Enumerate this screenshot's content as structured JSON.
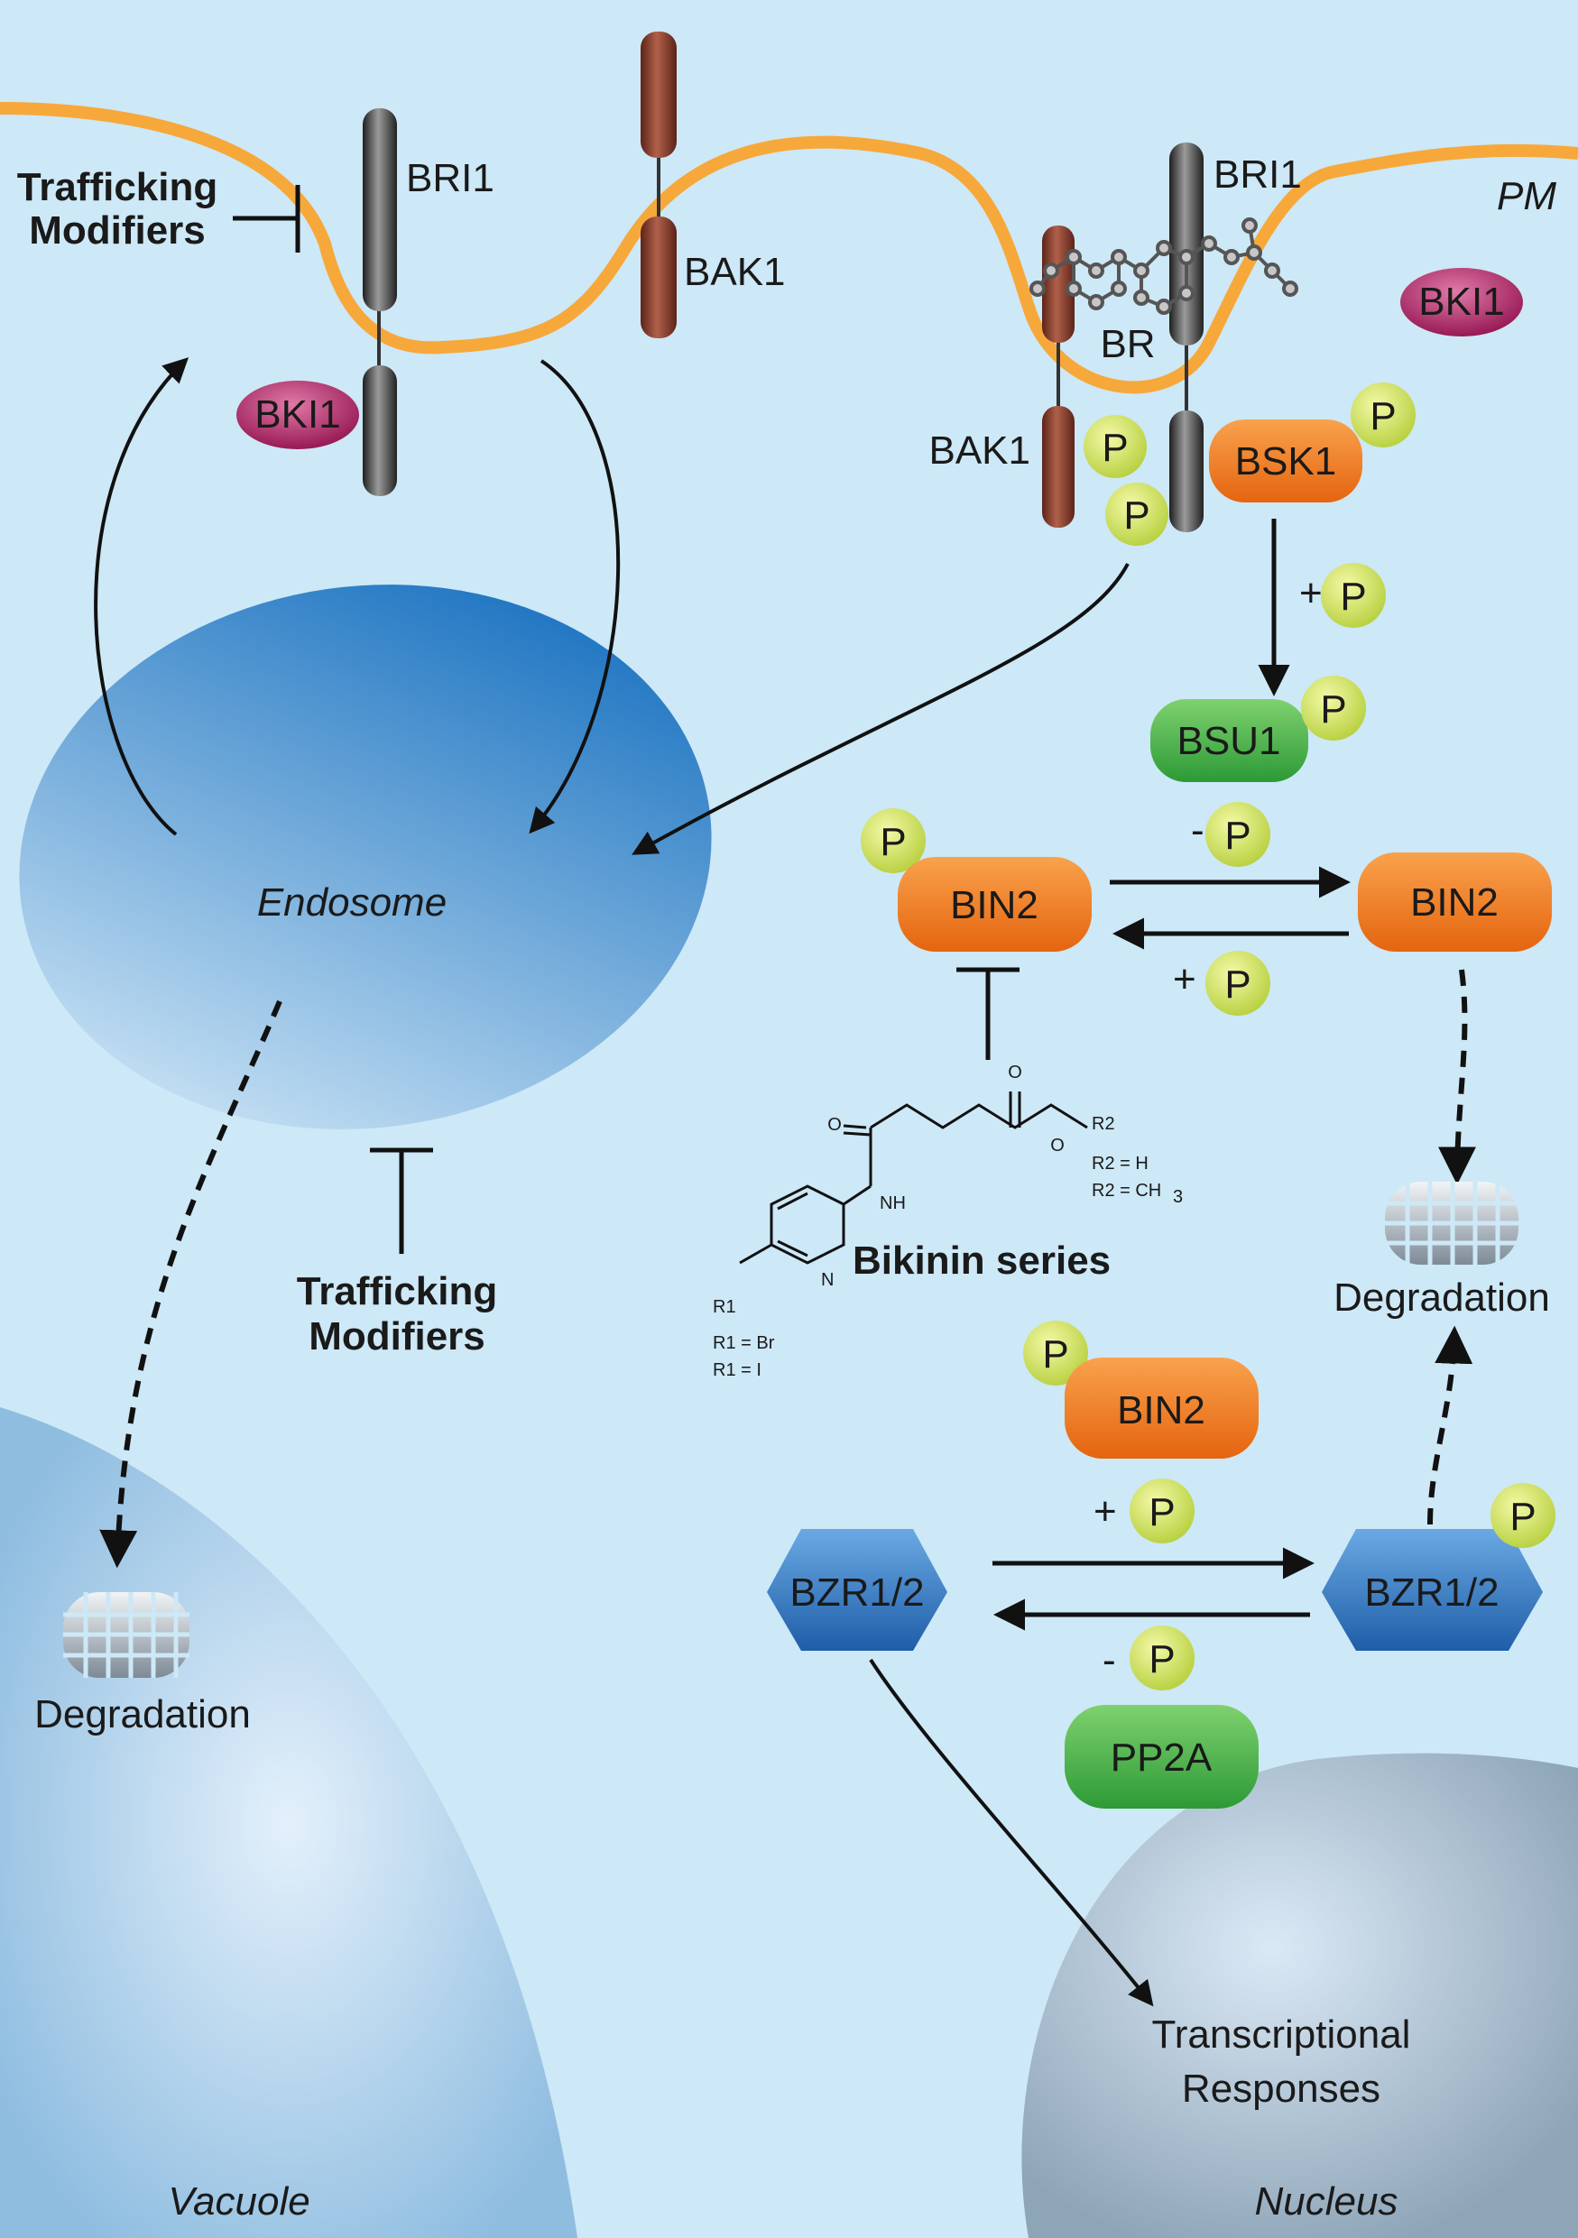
{
  "compartments": {
    "pm": "PM",
    "endosome": "Endosome",
    "vacuole": "Vacuole",
    "nucleus": "Nucleus"
  },
  "receptors": {
    "bri1_left": "BRI1",
    "bak1_left": "BAK1",
    "bri1_right": "BRI1",
    "bak1_right": "BAK1",
    "br": "BR"
  },
  "proteins": {
    "bki1_left": "BKI1",
    "bki1_right": "BKI1",
    "bsk1": "BSK1",
    "bsu1": "BSU1",
    "bin2_left": "BIN2",
    "bin2_right": "BIN2",
    "bin2_lower": "BIN2",
    "bzr_left": "BZR1/2",
    "bzr_right": "BZR1/2",
    "pp2a": "PP2A"
  },
  "phospho": {
    "p": "P",
    "plus": "+",
    "minus": "-"
  },
  "labels": {
    "trafficking_top_1": "Trafficking",
    "trafficking_top_2": "Modifiers",
    "trafficking_mid_1": "Trafficking",
    "trafficking_mid_2": "Modifiers",
    "degradation_vacuole": "Degradation",
    "degradation_right": "Degradation",
    "transcriptional_1": "Transcriptional",
    "transcriptional_2": "Responses"
  },
  "bikinin": {
    "title": "Bikinin series",
    "atom_o1": "O",
    "atom_o2": "O",
    "atom_o3": "O",
    "atom_nh": "NH",
    "atom_n": "N",
    "r1": "R1",
    "r2": "R2",
    "r2_h": "R2 = H",
    "r2_ch3": "R2 = CH",
    "r2_ch3_sub": "3",
    "r1_br": "R1 = Br",
    "r1_i": "R1 = I"
  },
  "colors": {
    "background": "#cde8f6",
    "membrane": "#f7a83a",
    "bin2_orange": "#f07d1e",
    "green_protein": "#3aae3f",
    "phospho_yellow": "#d4e157",
    "bki1_magenta": "#a3185f",
    "bzr_blue": "#2f73c2",
    "bak1_brown": "#8b3a2b",
    "bri1_gray": "#3a3a3a"
  }
}
